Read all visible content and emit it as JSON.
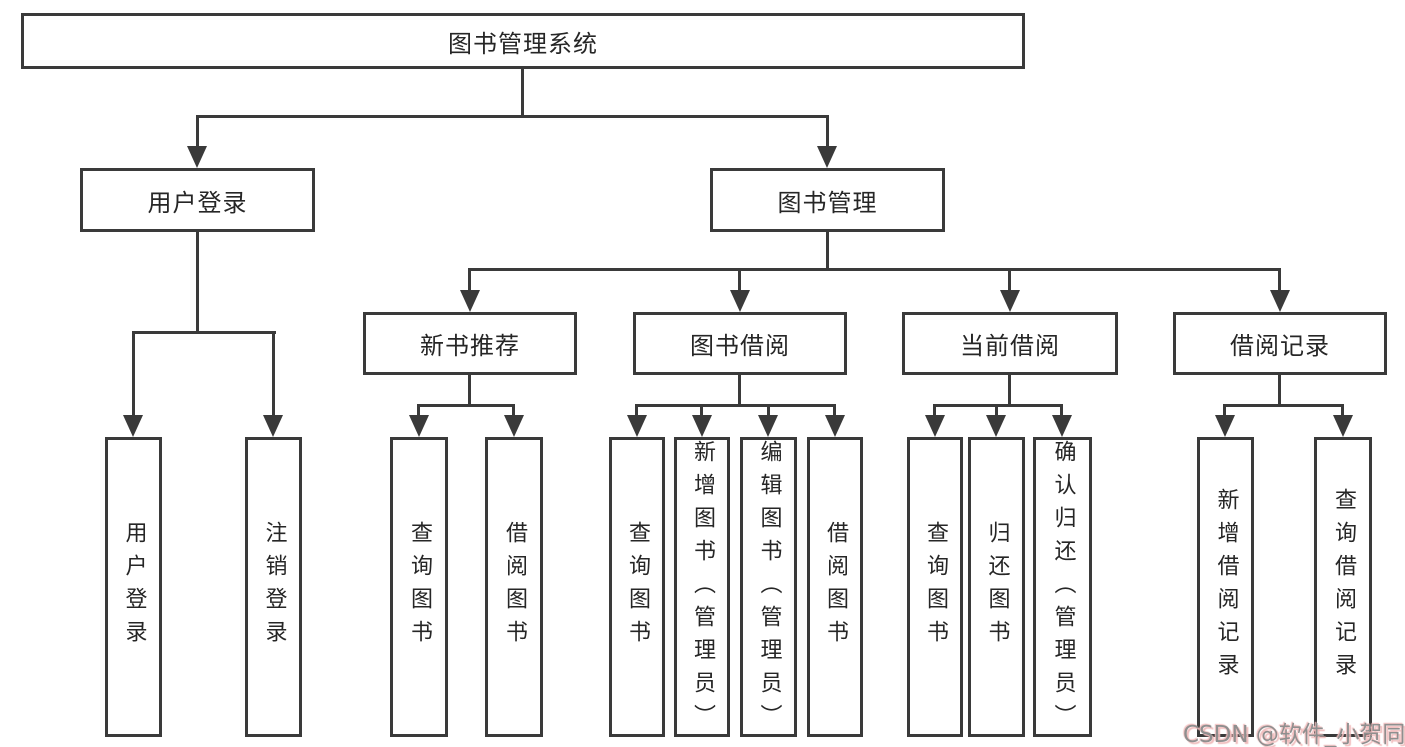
{
  "tree": {
    "label": "图书管理系统",
    "children": [
      {
        "label": "用户登录",
        "children": [
          {
            "label": "用户登录"
          },
          {
            "label": "注销登录"
          }
        ]
      },
      {
        "label": "图书管理",
        "children": [
          {
            "label": "新书推荐",
            "children": [
              {
                "label": "查询图书"
              },
              {
                "label": "借阅图书"
              }
            ]
          },
          {
            "label": "图书借阅",
            "children": [
              {
                "label": "查询图书"
              },
              {
                "label": "新增图书（管理员）"
              },
              {
                "label": "编辑图书（管理员）"
              },
              {
                "label": "借阅图书"
              }
            ]
          },
          {
            "label": "当前借阅",
            "children": [
              {
                "label": "查询图书"
              },
              {
                "label": "归还图书"
              },
              {
                "label": "确认归还（管理员）"
              }
            ]
          },
          {
            "label": "借阅记录",
            "children": [
              {
                "label": "新增借阅记录"
              },
              {
                "label": "查询借阅记录"
              }
            ]
          }
        ]
      }
    ]
  },
  "watermark": "CSDN @软件_小贺同学",
  "colors": {
    "line": "#3a3a3a",
    "text": "#262626",
    "watermark_text": "#8f8f8f",
    "watermark_glow": "#f0bcbc"
  }
}
